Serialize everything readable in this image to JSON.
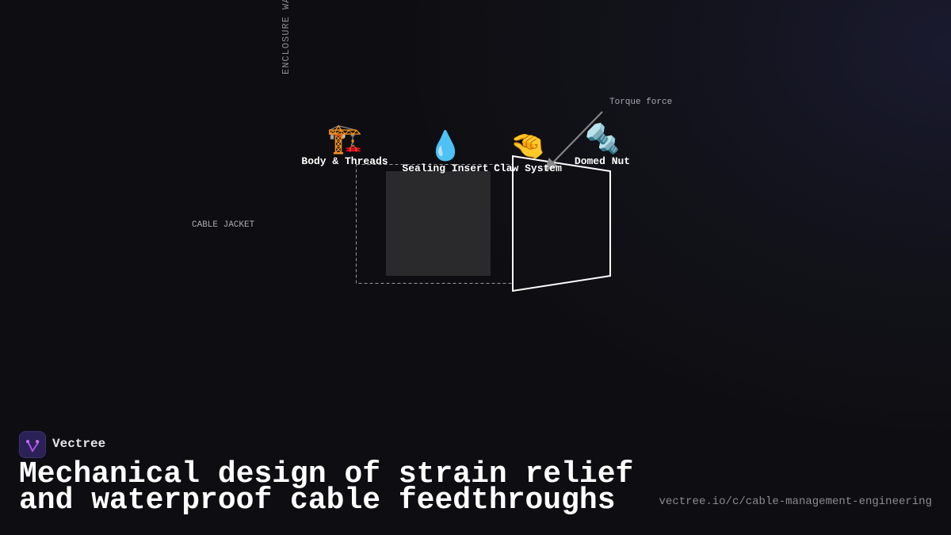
{
  "diagram": {
    "enclosure_label": "ENCLOSURE WA",
    "cable_jacket_label": "CABLE JACKET",
    "torque_label": "Torque force",
    "components": [
      {
        "icon": "🏗️",
        "icon_name": "construction-crane-icon",
        "label": "Body & Threads"
      },
      {
        "icon": "💧",
        "icon_name": "water-droplet-icon",
        "label": "Sealing Insert"
      },
      {
        "icon": "🤏",
        "icon_name": "pinching-hand-icon",
        "label": "Claw System"
      },
      {
        "icon": "🔩",
        "icon_name": "nut-and-bolt-icon",
        "label": "Domed Nut"
      }
    ]
  },
  "footer": {
    "brand": "Vectree",
    "title_line1": "Mechanical design of strain relief",
    "title_line2": "and waterproof cable feedthroughs",
    "url": "vectree.io/c/cable-management-engineering"
  },
  "colors": {
    "accent": "#a040e0",
    "logo_bg": "#2a2256",
    "insert_fill": "#2a2a2c"
  }
}
